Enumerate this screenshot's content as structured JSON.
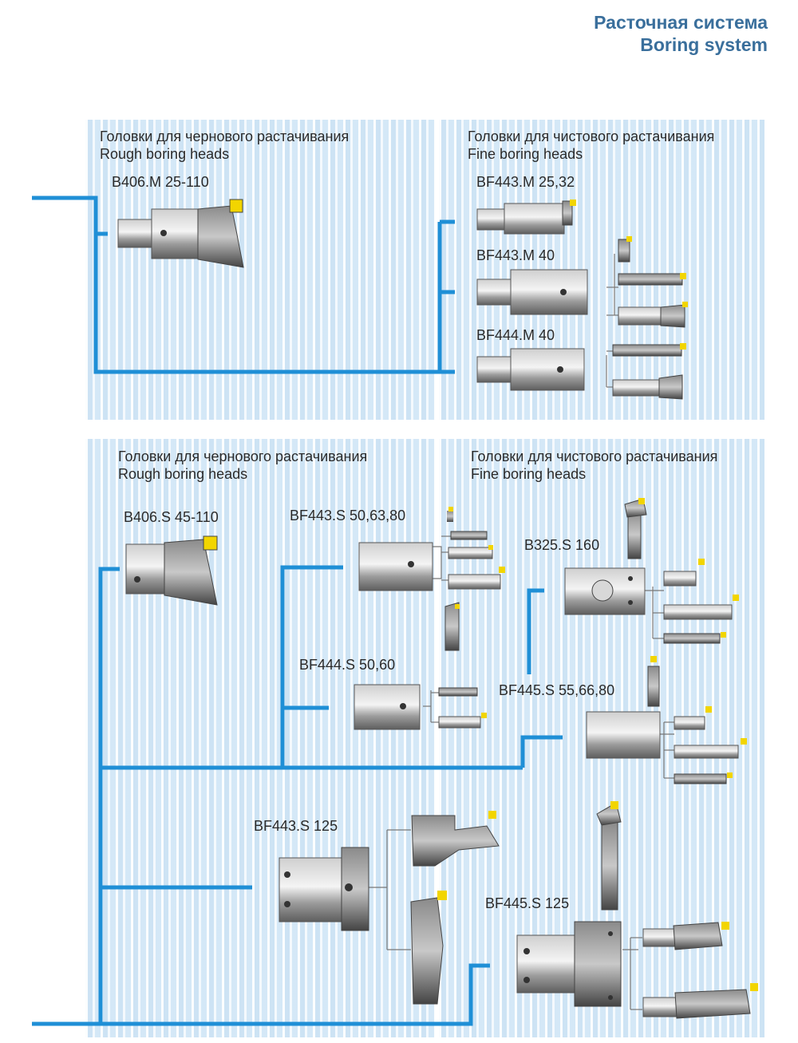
{
  "header": {
    "title_ru": "Расточная система",
    "title_en": "Boring system"
  },
  "panel_top": {
    "rough": {
      "ru": "Головки для чернового растачивания",
      "en": "Rough boring heads"
    },
    "fine": {
      "ru": "Головки для чистового растачивания",
      "en": "Fine boring heads"
    },
    "models": [
      "B406.M  25-110",
      "BF443.M  25,32",
      "BF443.M  40",
      "BF444.M  40"
    ]
  },
  "panel_bottom": {
    "rough": {
      "ru": "Головки для чернового растачивания",
      "en": "Rough boring heads"
    },
    "fine": {
      "ru": "Головки для чистового растачивания",
      "en": "Fine boring heads"
    },
    "models": [
      "B406.S  45-110",
      "BF443.S  50,63,80",
      "B325.S  160",
      "BF444.S  50,60",
      "BF445.S  55,66,80",
      "BF443.S  125",
      "BF445.S  125"
    ]
  },
  "colors": {
    "line": "#1f8fd6",
    "title": "#3a6f9c",
    "insert": "#f2d500",
    "metal": "#9a9a9a"
  }
}
